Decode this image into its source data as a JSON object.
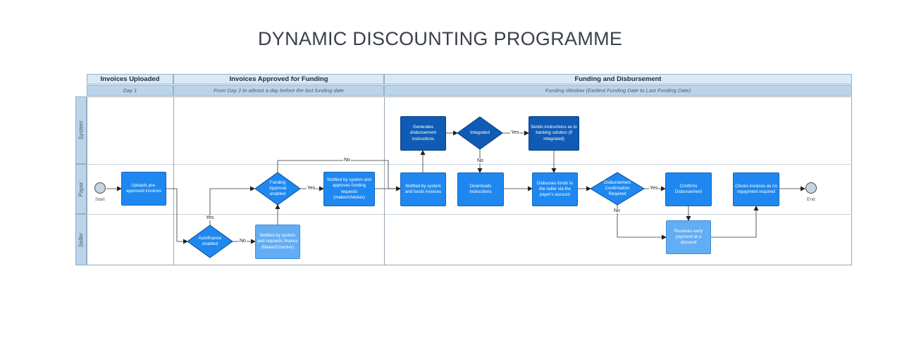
{
  "title": "DYNAMIC DISCOUNTING PROGRAMME",
  "phases": [
    {
      "label": "Invoices Uploaded",
      "sub": "Day 1"
    },
    {
      "label": "Invoices Approved for Funding",
      "sub": "From Day 2 to atleast a day before the last funding date"
    },
    {
      "label": "Funding and Disbursement",
      "sub": "Funding Window (Earliest Funding Date to Last Funding Date)"
    }
  ],
  "lanes": [
    "System",
    "Payer",
    "Seller"
  ],
  "terminals": {
    "start": "Start",
    "end": "End"
  },
  "nodes": {
    "uploads": "Uploads pre-approved invoices",
    "autofinance": "Autofinance enabled",
    "seller_notified": "Notified by system and requests finance (Maker/Checker)",
    "funding_approval": "Funding Approval enabled",
    "payer_notified_approves": "Notified by system and approves funding requests (maker/checker)",
    "payer_notified_funds": "Notified by system and funds invoices",
    "generates_instructions": "Generates disbursement instructions",
    "integrated": "Integrated",
    "sends_instructions": "Sends instructions as to banking solution (if integrated)",
    "downloads_instructions": "Downloads instructions",
    "disburses_funds": "Disburses funds to the seller via the payer's account",
    "disbursement_confirmation": "Disbursement Confirmation Required",
    "confirms_disbursement": "Confirms Disbursement",
    "receives_payment": "Receives early payment at a discount",
    "closes_invoices": "Closes invoices as no repayment required"
  },
  "edge_labels": {
    "autofinance_yes": "Yes",
    "autofinance_no": "No",
    "approval_yes": "Yes",
    "approval_no": "No",
    "integrated_yes": "Yes",
    "integrated_no": "No",
    "confirmation_yes": "Yes",
    "confirmation_no": "No"
  },
  "colors": {
    "process": "#1e88f0",
    "system_process": "#0f5bb5",
    "seller_process": "#62adf3",
    "header": "#dbe9f6",
    "subheader": "#bcd4ea"
  }
}
